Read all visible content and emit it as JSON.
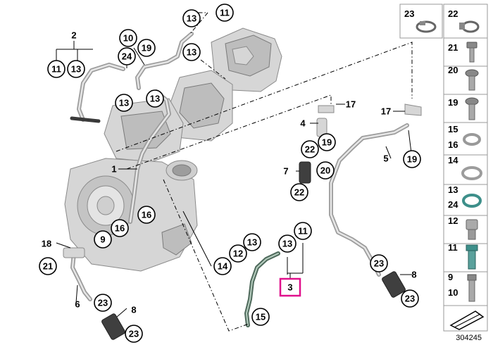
{
  "doc_number": "304245",
  "callouts": {
    "c11_top": "11",
    "c13_top": "13",
    "c2": "2",
    "c11_l": "11",
    "c13_l": "13",
    "c10": "10",
    "c24": "24",
    "c19_a": "19",
    "c13_mid": "13",
    "c13_b": "13",
    "c13_c": "13",
    "c1": "1",
    "c16_a": "16",
    "c16_b": "16",
    "c9": "9",
    "c18": "18",
    "c21": "21",
    "c6": "6",
    "c23_a": "23",
    "c8_a": "8",
    "c23_b": "23",
    "c14": "14",
    "c13_d": "13",
    "c12": "12",
    "c13_e": "13",
    "c11_e": "11",
    "c3": "3",
    "c15": "15",
    "c17_a": "17",
    "c4": "4",
    "c19_b": "19",
    "c22_a": "22",
    "c7": "7",
    "c22_b": "22",
    "c20": "20",
    "c17_b": "17",
    "c5": "5",
    "c19_c": "19",
    "c23_c": "23",
    "c8_b": "8",
    "c23_d": "23"
  },
  "legend": {
    "top_left": "23",
    "top_right": "22",
    "rows": [
      {
        "labels": [
          "21"
        ]
      },
      {
        "labels": [
          "20"
        ]
      },
      {
        "labels": [
          "19"
        ]
      },
      {
        "labels": [
          "15",
          "16"
        ]
      },
      {
        "labels": [
          "14"
        ]
      },
      {
        "labels": [
          "13",
          "24"
        ]
      },
      {
        "labels": [
          "12"
        ]
      },
      {
        "labels": [
          "11"
        ]
      },
      {
        "labels": [
          "9",
          "10"
        ]
      }
    ]
  },
  "colors": {
    "highlight": "#e0108c",
    "part_gray": "#d6d6d6",
    "seal_green": "#3d8f8a"
  }
}
